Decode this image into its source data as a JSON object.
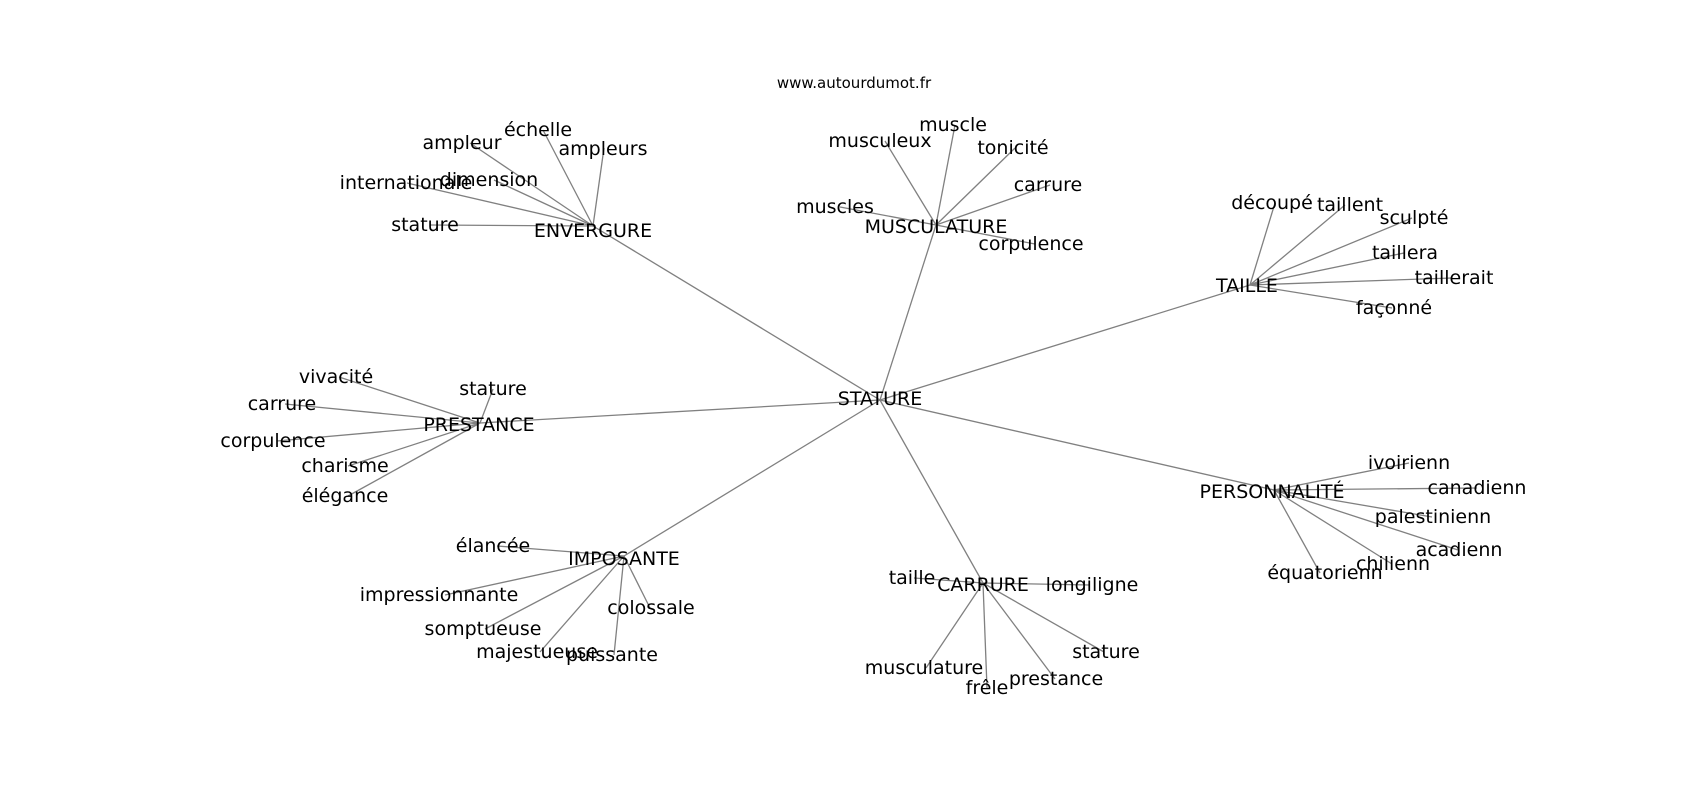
{
  "source": "www.autourdumot.fr",
  "colors": {
    "edge": "#808080",
    "text": "#000000",
    "background": "#ffffff"
  },
  "center": "STATURE",
  "clusters": [
    {
      "label": "ENVERGURE",
      "words": [
        "ampleur",
        "échelle",
        "ampleurs",
        "internationale",
        "dimension",
        "stature"
      ]
    },
    {
      "label": "MUSCULATURE",
      "words": [
        "musculeux",
        "muscle",
        "tonicité",
        "carrure",
        "muscles",
        "corpulence"
      ]
    },
    {
      "label": "TAILLE",
      "words": [
        "découpé",
        "taillent",
        "sculpté",
        "taillera",
        "taillerait",
        "façonné"
      ]
    },
    {
      "label": "PRESTANCE",
      "words": [
        "vivacité",
        "stature",
        "carrure",
        "corpulence",
        "charisme",
        "élégance"
      ]
    },
    {
      "label": "PERSONNALITÉ",
      "words": [
        "ivoirienn",
        "canadienn",
        "palestinienn",
        "acadienn",
        "chilienn",
        "équatorienn"
      ]
    },
    {
      "label": "IMPOSANTE",
      "words": [
        "élancée",
        "impressionnante",
        "colossale",
        "somptueuse",
        "majestueuse",
        "puissante"
      ]
    },
    {
      "label": "CARRURE",
      "words": [
        "taille",
        "longiligne",
        "stature",
        "musculature",
        "frêle",
        "prestance"
      ]
    }
  ]
}
